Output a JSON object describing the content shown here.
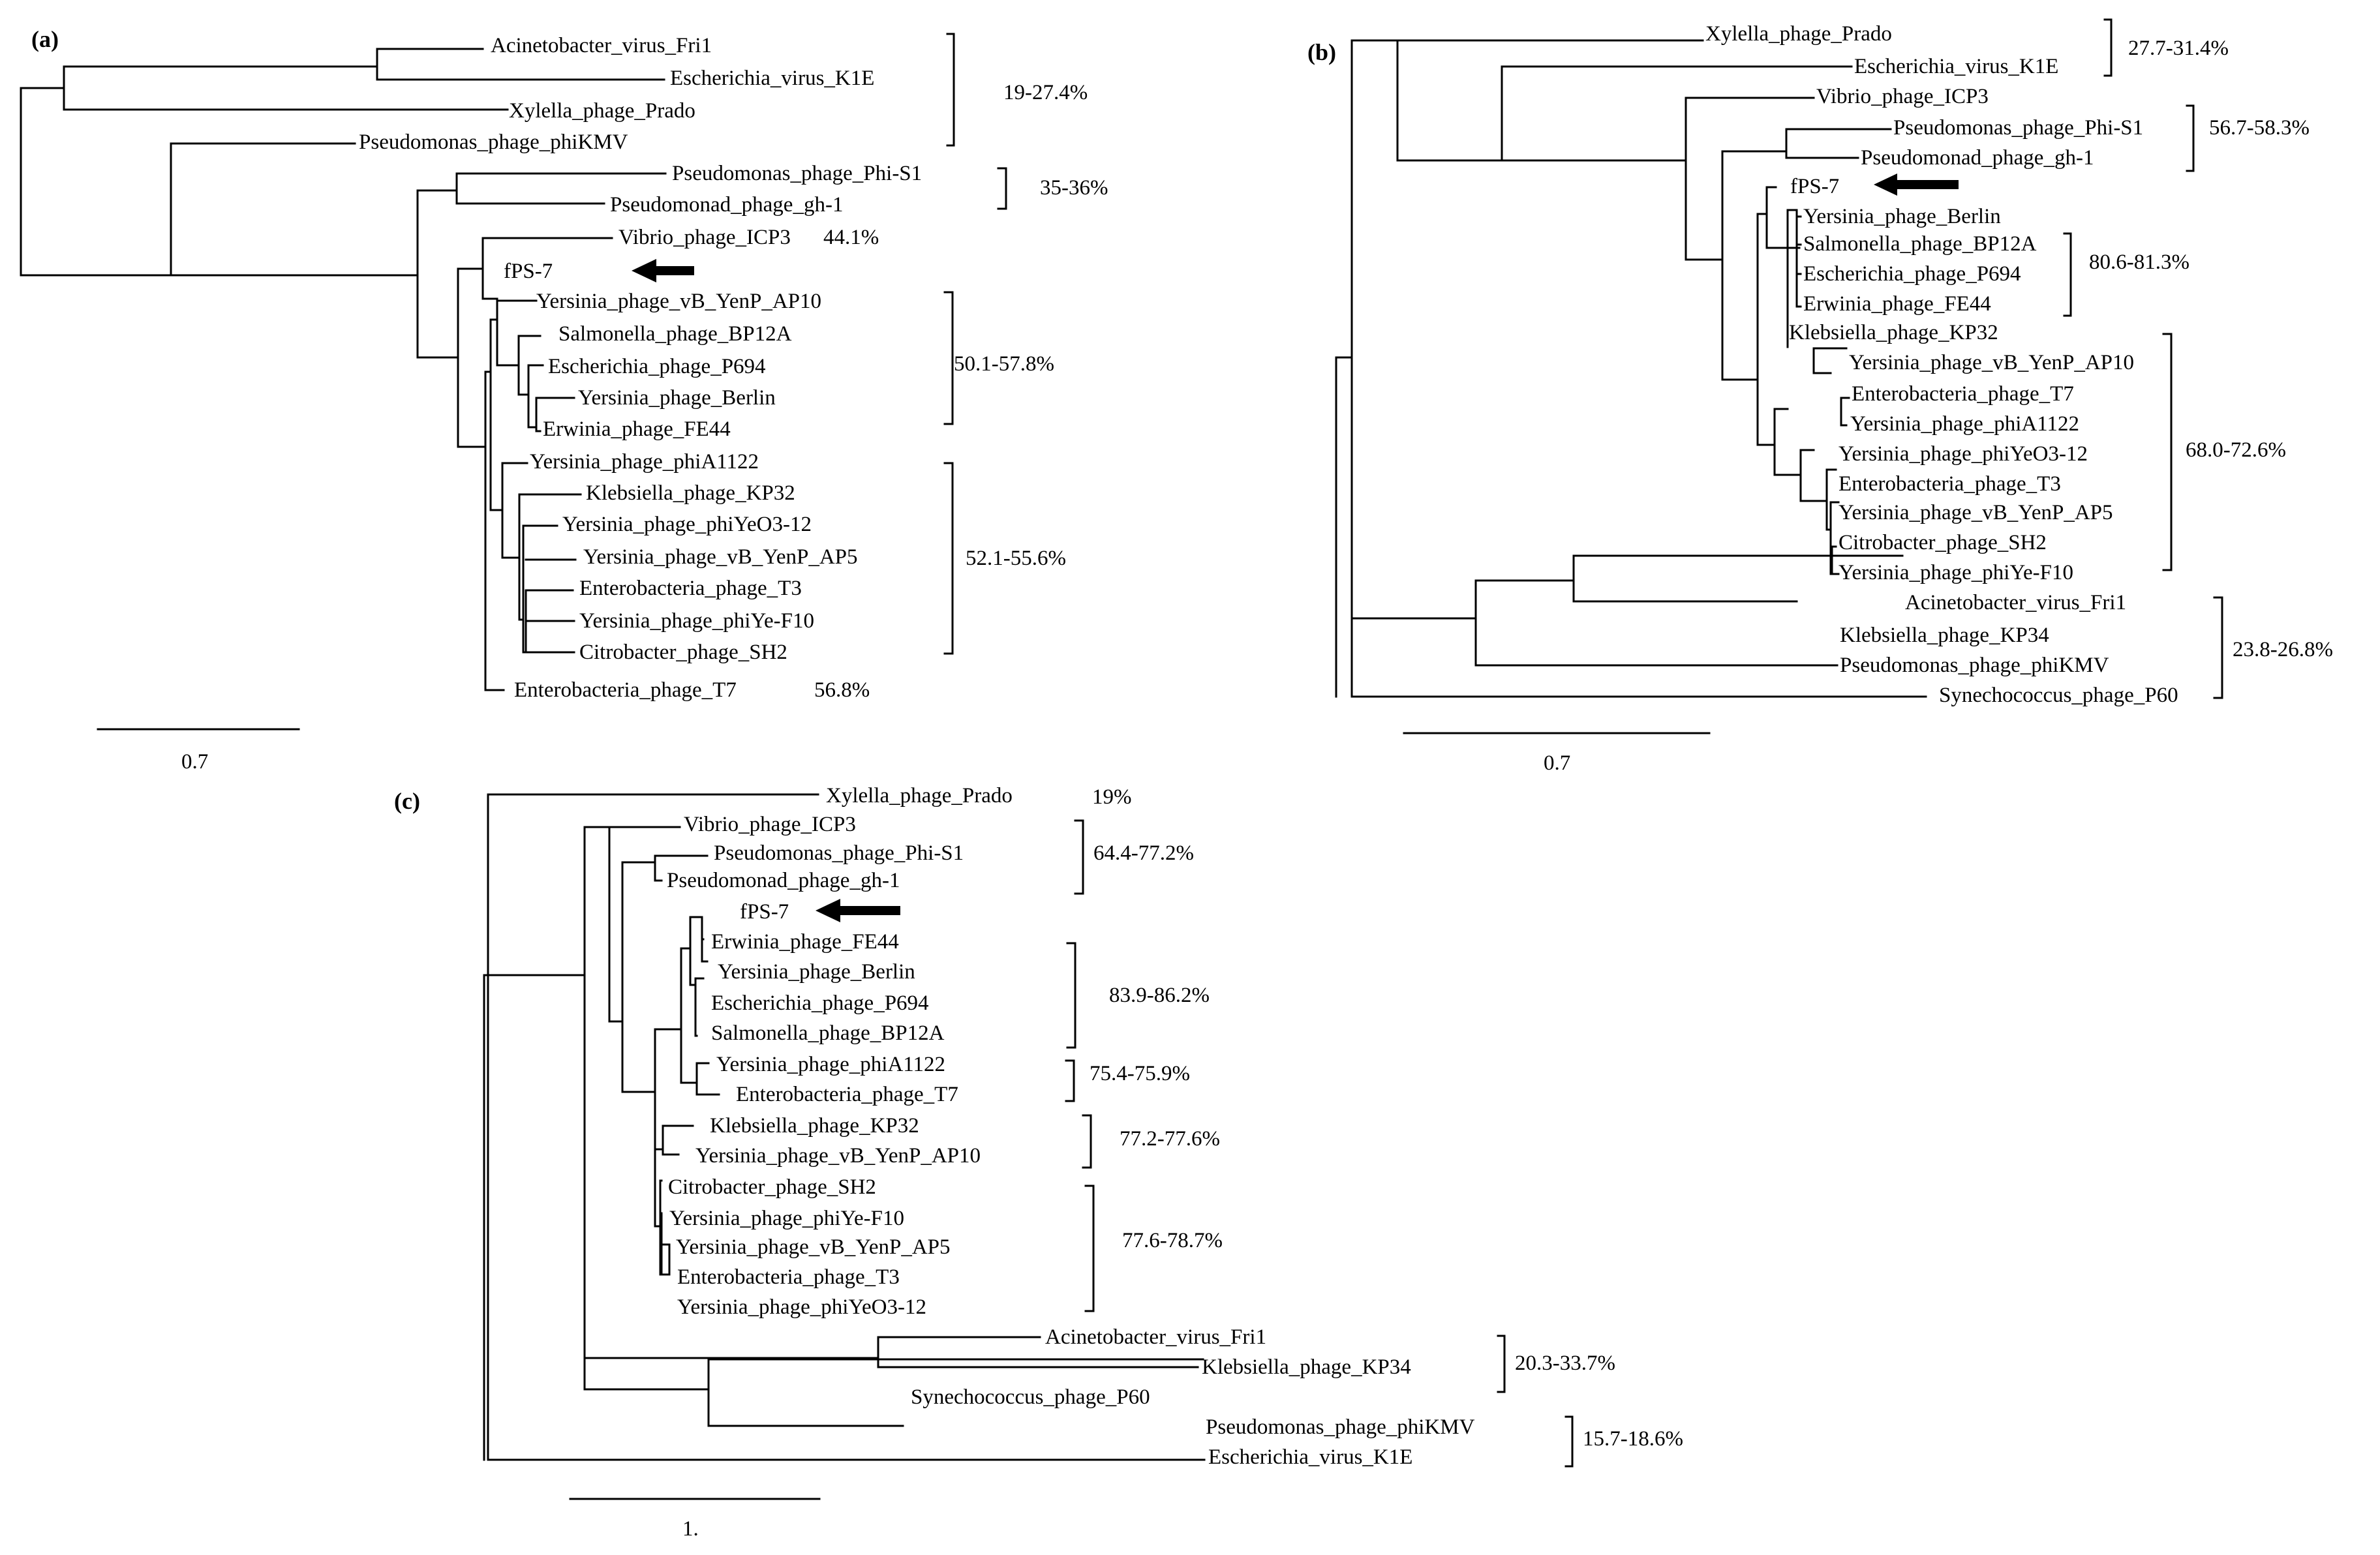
{
  "panels": [
    {
      "label": "(a)",
      "scale_label": "0.7",
      "taxa": [
        "Acinetobacter_virus_Fri1",
        "Escherichia_virus_K1E",
        "Xylella_phage_Prado",
        "Pseudomonas_phage_phiKMV",
        "Pseudomonas_phage_Phi-S1",
        "Pseudomonad_phage_gh-1",
        "Vibrio_phage_ICP3",
        "fPS-7",
        "Yersinia_phage_vB_YenP_AP10",
        "Salmonella_phage_BP12A",
        "Escherichia_phage_P694",
        "Yersinia_phage_Berlin",
        "Erwinia_phage_FE44",
        "Yersinia_phage_phiA1122",
        "Klebsiella_phage_KP32",
        "Yersinia_phage_phiYeO3-12",
        "Yersinia_phage_vB_YenP_AP5",
        "Enterobacteria_phage_T3",
        "Yersinia_phage_phiYe-F10",
        "Citrobacter_phage_SH2",
        "Enterobacteria_phage_T7"
      ],
      "identity_groups": [
        "19-27.4%",
        "35-36%",
        "44.1%",
        "50.1-57.8%",
        "52.1-55.6%",
        "56.8%"
      ]
    },
    {
      "label": "(b)",
      "scale_label": "0.7",
      "taxa": [
        "Xylella_phage_Prado",
        "Escherichia_virus_K1E",
        "Vibrio_phage_ICP3",
        "Pseudomonas_phage_Phi-S1",
        "Pseudomonad_phage_gh-1",
        "fPS-7",
        "Yersinia_phage_Berlin",
        "Salmonella_phage_BP12A",
        "Escherichia_phage_P694",
        "Erwinia_phage_FE44",
        "Klebsiella_phage_KP32",
        "Yersinia_phage_vB_YenP_AP10",
        "Enterobacteria_phage_T7",
        "Yersinia_phage_phiA1122",
        "Yersinia_phage_phiYeO3-12",
        "Enterobacteria_phage_T3",
        "Yersinia_phage_vB_YenP_AP5",
        "Citrobacter_phage_SH2",
        "Yersinia_phage_phiYe-F10",
        "Acinetobacter_virus_Fri1",
        "Klebsiella_phage_KP34",
        "Pseudomonas_phage_phiKMV",
        "Synechococcus_phage_P60"
      ],
      "identity_groups": [
        "27.7-31.4%",
        "56.7-58.3%",
        "80.6-81.3%",
        "68.0-72.6%",
        "23.8-26.8%"
      ]
    },
    {
      "label": "(c)",
      "scale_label": "1.",
      "taxa": [
        "Xylella_phage_Prado",
        "Vibrio_phage_ICP3",
        "Pseudomonas_phage_Phi-S1",
        "Pseudomonad_phage_gh-1",
        "fPS-7",
        "Erwinia_phage_FE44",
        "Yersinia_phage_Berlin",
        "Escherichia_phage_P694",
        "Salmonella_phage_BP12A",
        "Yersinia_phage_phiA1122",
        "Enterobacteria_phage_T7",
        "Klebsiella_phage_KP32",
        "Yersinia_phage_vB_YenP_AP10",
        "Citrobacter_phage_SH2",
        "Yersinia_phage_phiYe-F10",
        "Yersinia_phage_vB_YenP_AP5",
        "Enterobacteria_phage_T3",
        "Yersinia_phage_phiYeO3-12",
        "Acinetobacter_virus_Fri1",
        "Klebsiella_phage_KP34",
        "Synechococcus_phage_P60",
        "Pseudomonas_phage_phiKMV",
        "Escherichia_virus_K1E"
      ],
      "identity_groups": [
        "19%",
        "64.4-77.2%",
        "83.9-86.2%",
        "75.4-75.9%",
        "77.2-77.6%",
        "77.6-78.7%",
        "20.3-33.7%",
        "15.7-18.6%"
      ]
    }
  ]
}
